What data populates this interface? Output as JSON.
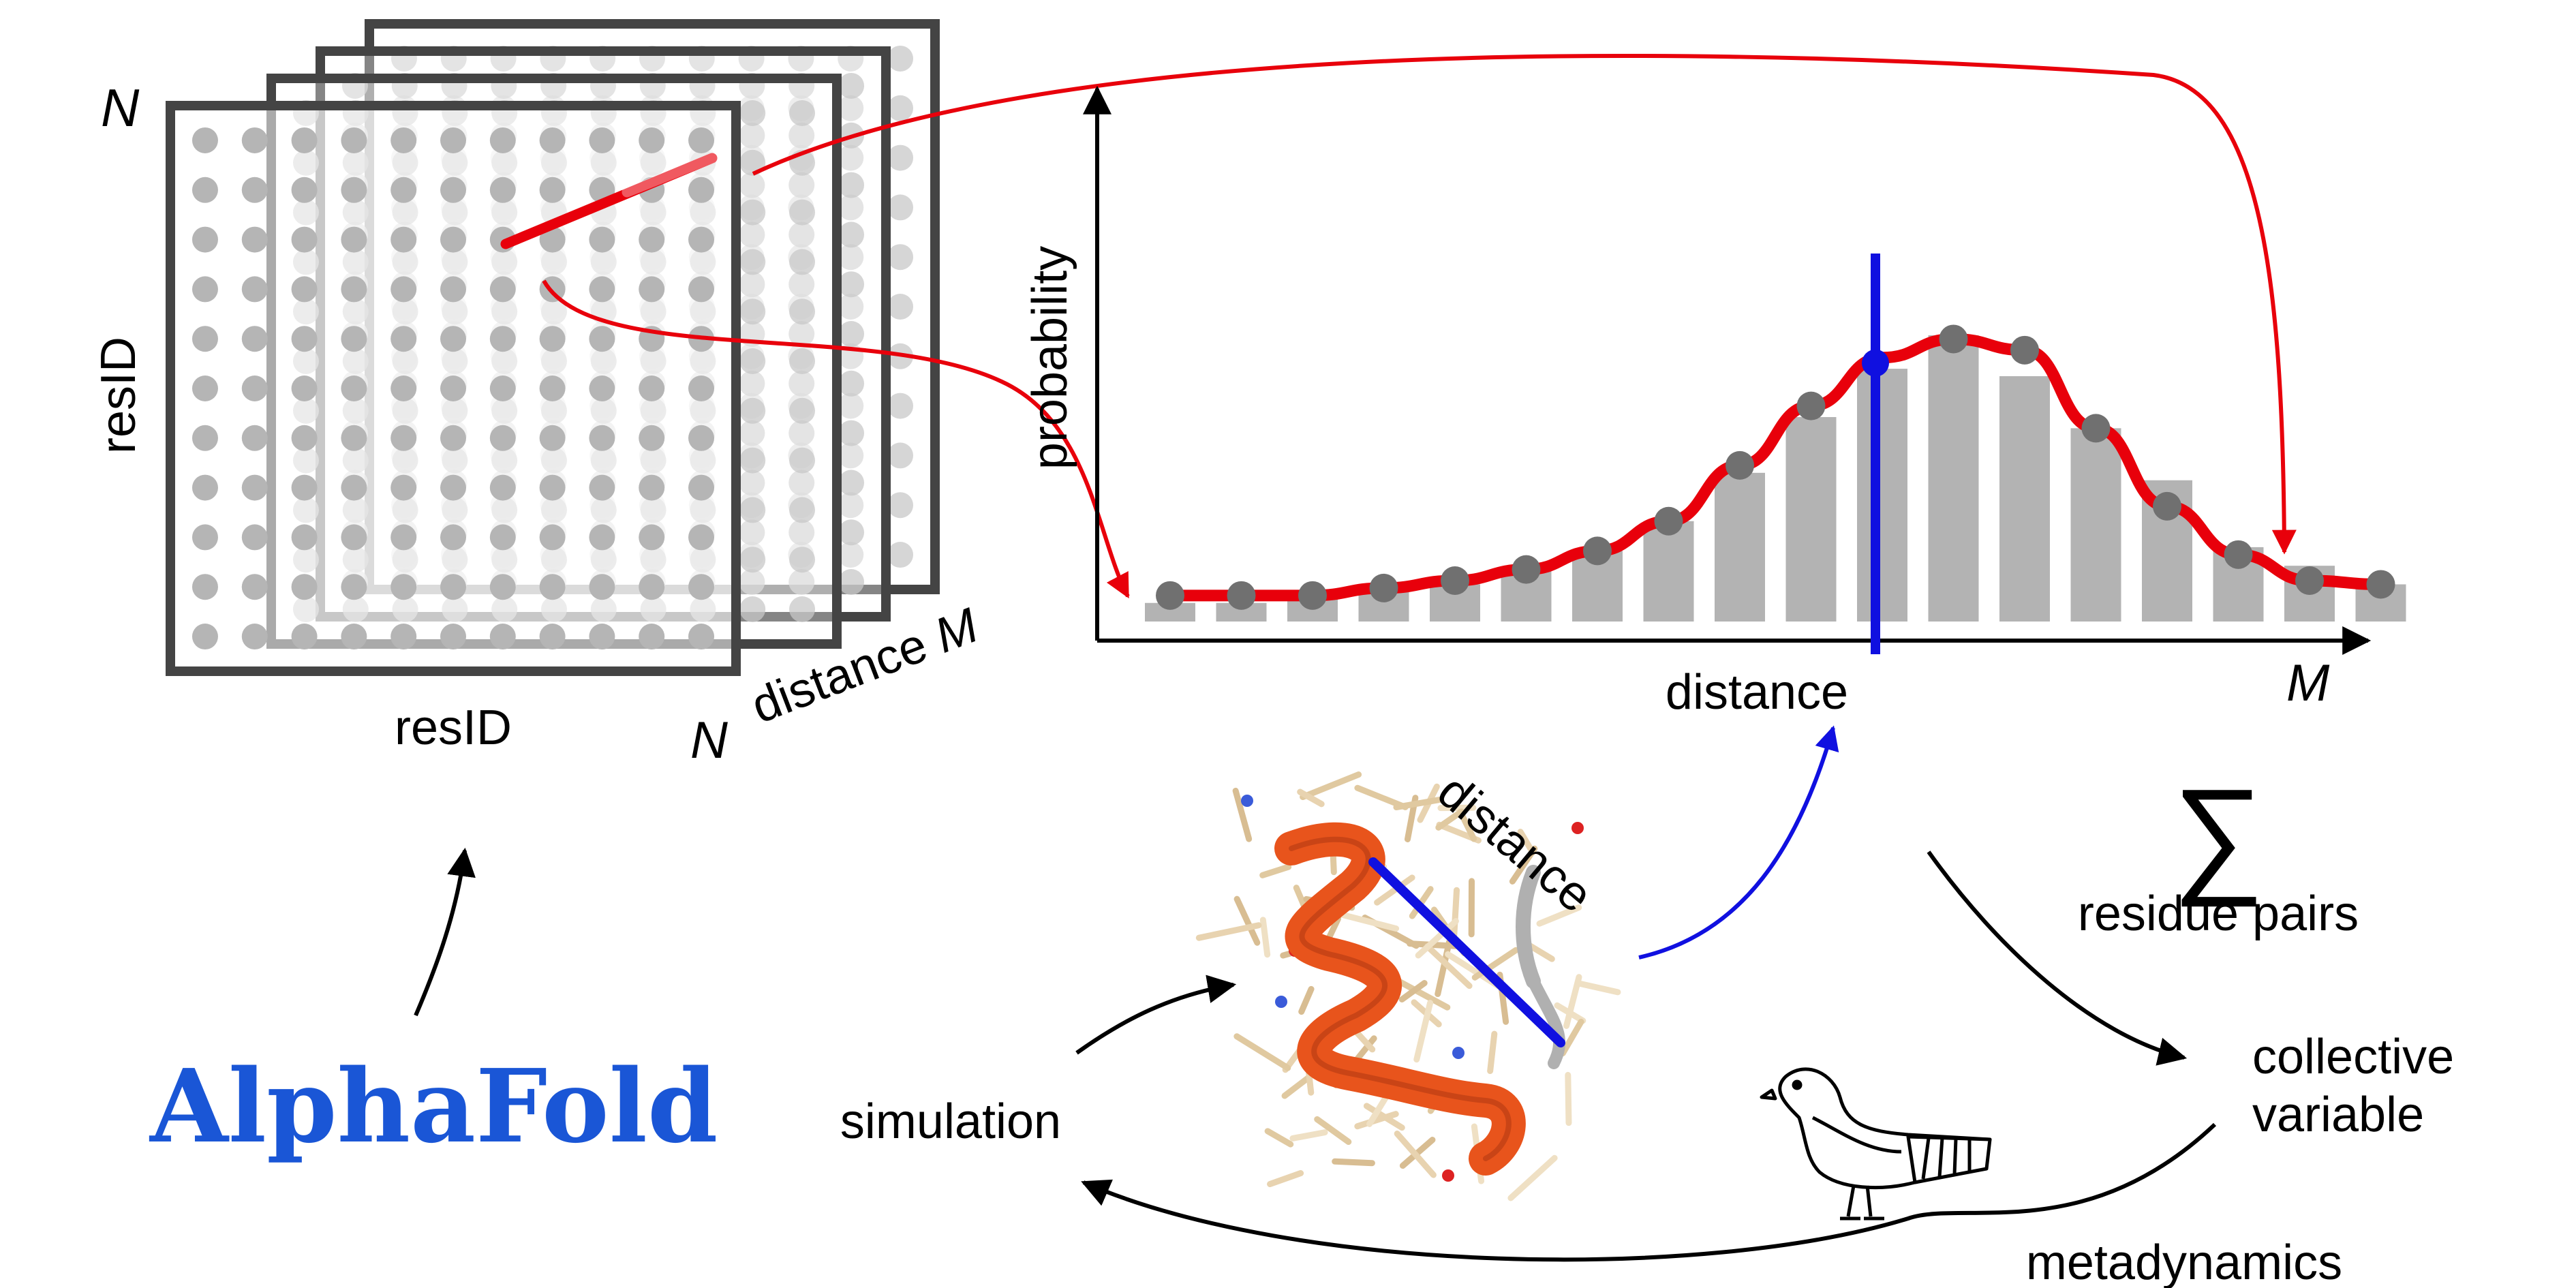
{
  "matrix": {
    "top_n_label": "N",
    "resid_vertical_label": "resID",
    "resid_horizontal_label": "resID",
    "bottom_n_label": "N",
    "depth_label_text": "distance",
    "depth_label_var": "M"
  },
  "chart_data": {
    "type": "bar",
    "xlabel": "distance",
    "ylabel": "probability",
    "x_end_label": "M",
    "values": [
      0.05,
      0.05,
      0.06,
      0.08,
      0.1,
      0.14,
      0.19,
      0.27,
      0.4,
      0.55,
      0.68,
      0.77,
      0.66,
      0.52,
      0.38,
      0.2,
      0.15,
      0.1
    ],
    "curve": [
      0.07,
      0.07,
      0.07,
      0.09,
      0.11,
      0.14,
      0.19,
      0.27,
      0.42,
      0.58,
      0.71,
      0.76,
      0.73,
      0.52,
      0.31,
      0.18,
      0.11,
      0.1
    ],
    "marker_bin": 10,
    "colors": {
      "bars": "#b3b3b3",
      "curve": "#e8000b",
      "points": "#707070",
      "marker": "#1010e0"
    }
  },
  "protein": {
    "distance_label": "distance"
  },
  "sum": {
    "symbol": "∑",
    "label": "residue pairs"
  },
  "cv_label_line1": "collective",
  "cv_label_line2": "variable",
  "simulation_label": "simulation",
  "metadynamics_label": "metadynamics",
  "logo": {
    "text": "AlphaFold",
    "color": "#1a56d6"
  },
  "colors": {
    "red": "#e8000b",
    "blue": "#1010e0",
    "helix": "#e8541c",
    "frame": "#444444",
    "dot": "#b0b0b0"
  }
}
